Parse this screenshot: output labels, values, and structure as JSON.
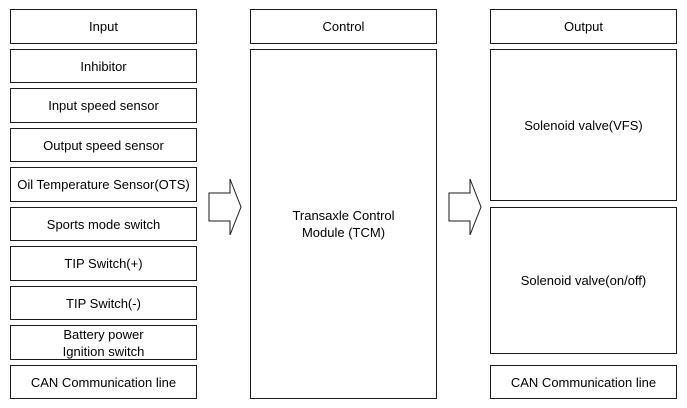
{
  "input": {
    "header": "Input",
    "items": [
      "Inhibitor",
      "Input speed sensor",
      "Output speed sensor",
      "Oil Temperature Sensor(OTS)",
      "Sports mode switch",
      "TIP Switch(+)",
      "TIP Switch(-)",
      [
        "Battery power",
        "Ignition switch"
      ],
      "CAN Communication line"
    ]
  },
  "control": {
    "header": "Control",
    "module_line1": "Transaxle Control",
    "module_line2": "Module (TCM)"
  },
  "output": {
    "header": "Output",
    "solenoid_vfs": "Solenoid valve(VFS)",
    "solenoid_onoff": "Solenoid valve(on/off)",
    "can_line": "CAN Communication line"
  }
}
